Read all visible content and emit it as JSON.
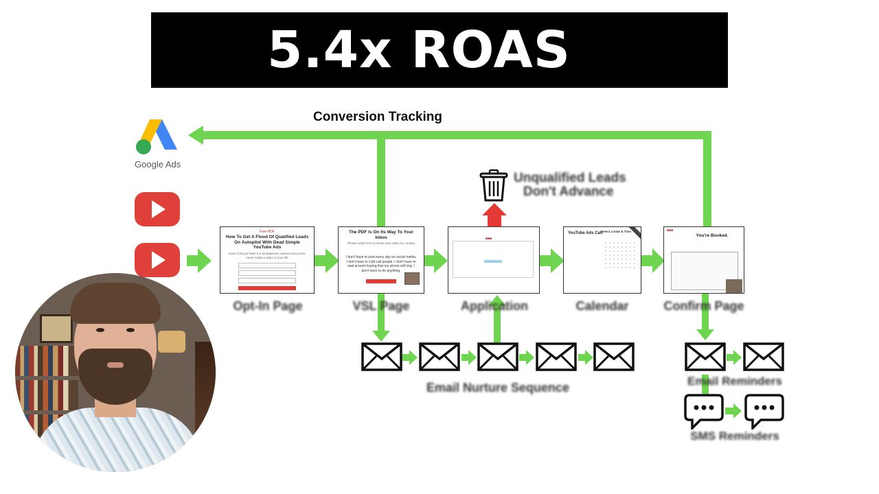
{
  "title": "5.4x ROAS",
  "conversion_tracking_label": "Conversion Tracking",
  "google_ads_label": "Google Ads",
  "unqualified_label_line1": "Unqualified Leads",
  "unqualified_label_line2": "Don't Advance",
  "stages": [
    {
      "label": "Opt-In Page"
    },
    {
      "label": "VSL Page"
    },
    {
      "label": "Application"
    },
    {
      "label": "Calendar"
    },
    {
      "label": "Confirm Page"
    }
  ],
  "email_nurture_label": "Email Nurture Sequence",
  "email_reminders_label": "Email Reminders",
  "sms_reminders_label": "SMS Reminders",
  "thumb_optin": {
    "tag": "Free PDF",
    "headline": "How To Get A Flood Of Qualified Leads On Autopilot With Dead Simple YouTube Ads",
    "sub": "Even if all you have is a smartphone camera and you've never made a video in your life"
  },
  "thumb_vsl": {
    "headline": "The PDF Is On Its Way To Your Inbox",
    "sub": "Please watch this 5 minute intro video for context",
    "body": "I don't have to post every day on social media. I don't have to cold call people. I don't have to wait around hoping that my phone will ring. I don't have to do anything."
  },
  "thumb_calendar": {
    "title": "YouTube Ads Call",
    "side": "Select a Date & Time"
  },
  "thumb_confirm": {
    "title": "You're Booked."
  },
  "colors": {
    "arrow_green": "#6fd44f",
    "up_arrow_red": "#e53935",
    "banner_bg": "#000000",
    "youtube_red": "#e0403a"
  }
}
